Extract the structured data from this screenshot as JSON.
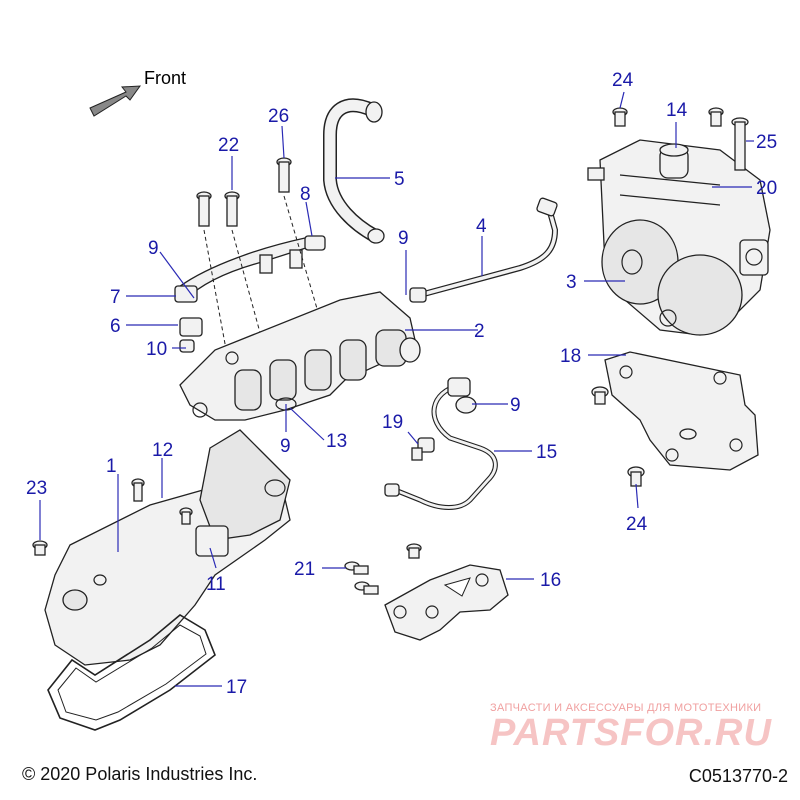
{
  "front_label": "Front",
  "callouts": {
    "c1": "1",
    "c2": "2",
    "c3": "3",
    "c4": "4",
    "c5": "5",
    "c6": "6",
    "c7": "7",
    "c8": "8",
    "c9a": "9",
    "c9b": "9",
    "c9c": "9",
    "c9d": "9",
    "c10": "10",
    "c11": "11",
    "c12": "12",
    "c13": "13",
    "c14": "14",
    "c15": "15",
    "c16": "16",
    "c17": "17",
    "c18": "18",
    "c19": "19",
    "c20": "20",
    "c21": "21",
    "c22": "22",
    "c23": "23",
    "c24a": "24",
    "c24b": "24",
    "c25": "25",
    "c26": "26"
  },
  "footer": {
    "copyright": "© 2020 Polaris Industries Inc.",
    "drawing_id": "C0513770-2"
  },
  "watermark": {
    "tagline": "ЗАПЧАСТИ И АКСЕССУАРЫ ДЛЯ МОТОТЕХНИКИ",
    "brand": "PARTSFOR.RU"
  },
  "colors": {
    "callout": "#1a1aa8",
    "leader": "#2a2ab5",
    "watermark": "#f0a0a0"
  }
}
